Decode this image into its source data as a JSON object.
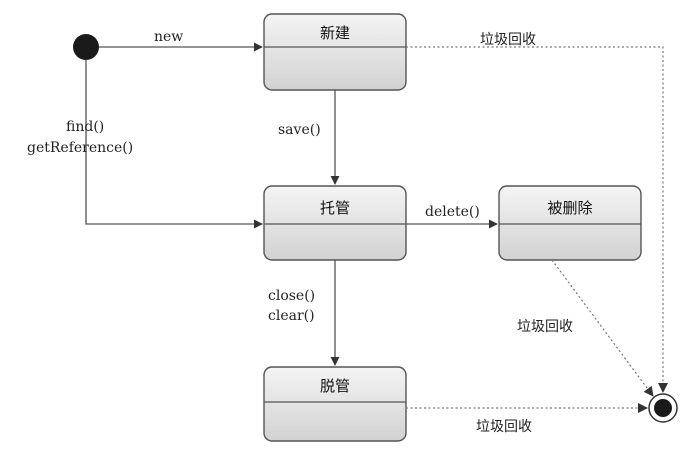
{
  "states": {
    "new_state": "新建",
    "managed": "托管",
    "removed": "被删除",
    "detached": "脱管"
  },
  "transitions": {
    "new": "new",
    "find": "find()",
    "get_reference": "getReference()",
    "save": "save()",
    "delete": "delete()",
    "close": "close()",
    "clear": "clear()",
    "gc_top": "垃圾回收",
    "gc_middle": "垃圾回收",
    "gc_bottom": "垃圾回收"
  }
}
